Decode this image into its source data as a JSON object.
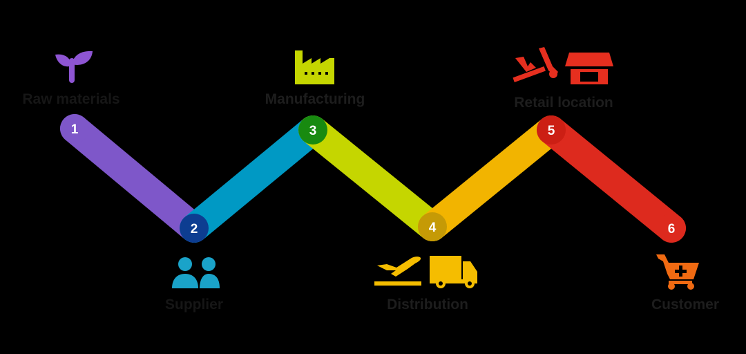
{
  "steps": [
    {
      "number": "1",
      "label": "Raw materials",
      "icon": "sprout-icon",
      "color": "#7e57c9",
      "node_color": "#7e57c9"
    },
    {
      "number": "2",
      "label": "Supplier",
      "icon": "users-icon",
      "color": "#0099c4",
      "node_color": "#0d3d91"
    },
    {
      "number": "3",
      "label": "Manufacturing",
      "icon": "factory-icon",
      "color": "#c5d600",
      "node_color": "#188a10"
    },
    {
      "number": "4",
      "label": "Distribution",
      "icon": "plane-truck-icon",
      "color": "#f2b400",
      "node_color": "#c59a06"
    },
    {
      "number": "5",
      "label": "Retail location",
      "icon": "shop-icon",
      "color": "#dd2a1e",
      "node_color": "#cc1f14"
    },
    {
      "number": "6",
      "label": "Customer",
      "icon": "cart-icon",
      "color": "#dd2a1e",
      "node_color": "#dd2a1e"
    }
  ],
  "colors": {
    "background": "#000000",
    "label_text": "#1d1d1d",
    "number_text": "#ffffff",
    "sprout": "#8e55d3",
    "users": "#1aa3c9",
    "factory": "#c5d600",
    "plane_truck": "#f5bd00",
    "shop": "#e62f1f",
    "cart": "#f06a12"
  }
}
